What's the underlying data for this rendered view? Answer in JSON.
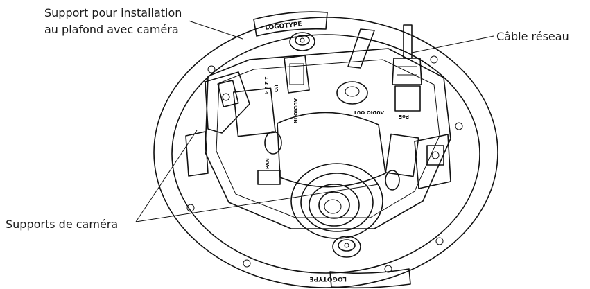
{
  "labels": {
    "ceiling_mount_line1": "Support pour installation",
    "ceiling_mount_line2": "au plafond avec caméra",
    "network_cable": "Câble réseau",
    "camera_supports": "Supports de caméra"
  },
  "printed_marks": {
    "logotype": "LOGOTYPE",
    "io": "I/O",
    "io_pins": "1 2 3 4",
    "audio_in": "AUDIO IN",
    "audio_out": "AUDIO OUT",
    "poe": "PoE",
    "pan": "PAN"
  },
  "colors": {
    "ink": "#111111",
    "background": "#ffffff"
  }
}
